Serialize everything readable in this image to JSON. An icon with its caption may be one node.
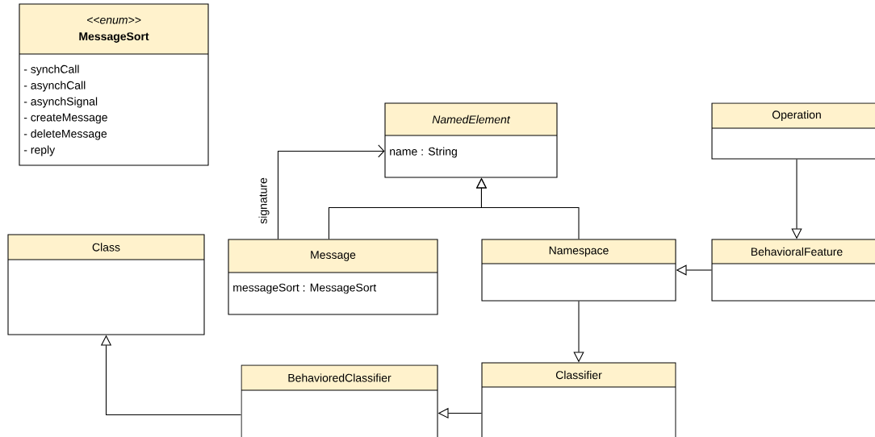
{
  "diagram": {
    "nodes": [
      {
        "text": [
          "<<enum>>",
          "MessageSort",
          "- synchCall",
          "- asynchCall",
          "- asynchSignal",
          "- createMessage",
          "- deleteMessage",
          "- reply"
        ]
      },
      {
        "text": [
          "NamedElement",
          "name : String"
        ]
      },
      {
        "text": [
          "Operation"
        ]
      },
      {
        "text": [
          "Class"
        ]
      },
      {
        "text": [
          "Message",
          "messageSort : MessageSort"
        ]
      },
      {
        "text": [
          "Namespace"
        ]
      },
      {
        "text": [
          "BehavioralFeature"
        ]
      },
      {
        "text": [
          "BehavioredClassifier"
        ]
      },
      {
        "text": [
          "Classifier"
        ]
      }
    ],
    "edges": [
      {
        "from": 4,
        "to": 1,
        "arrow": "to",
        "label": "signature"
      },
      {
        "from": 4,
        "to": 1,
        "arrow": "to"
      },
      {
        "from": 5,
        "to": 1,
        "arrow": "to"
      },
      {
        "from": 2,
        "to": 6,
        "arrow": "to"
      },
      {
        "from": 6,
        "to": 5,
        "arrow": "to"
      },
      {
        "from": 5,
        "to": 8,
        "arrow": "to"
      },
      {
        "from": 8,
        "to": 7,
        "arrow": "to"
      },
      {
        "from": 7,
        "to": 3,
        "arrow": "to"
      }
    ]
  }
}
